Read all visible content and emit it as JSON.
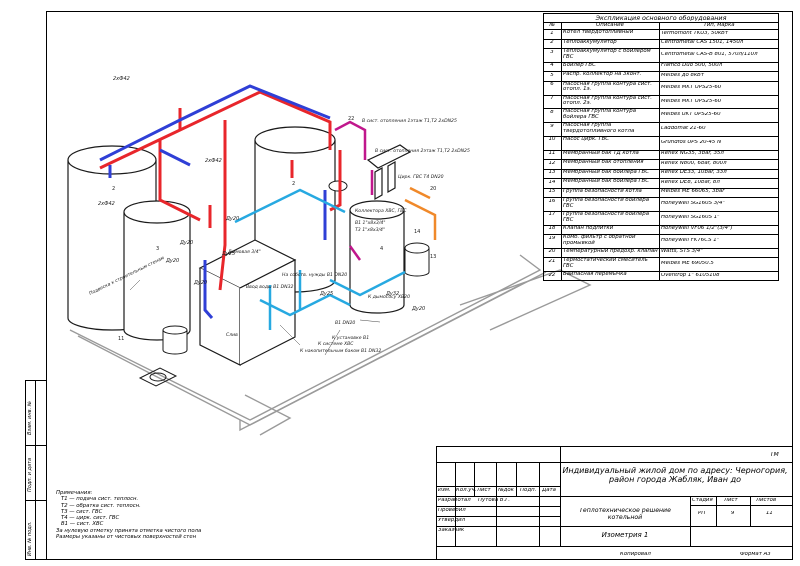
{
  "spec_table": {
    "title": "Экспликация основного оборудования",
    "headers": [
      "№",
      "Описание",
      "Тип, марка"
    ],
    "rows": [
      [
        "1",
        "Котел твердотопливный",
        "Termomont TKU3, 50кВт"
      ],
      [
        "2",
        "Теплоаккумулятор",
        "Centrometal CAS 1501, 1450л"
      ],
      [
        "3",
        "Теплоаккумулятор с бойлером ГВС",
        "Centrometal CAS-B 801, 570л/110л"
      ],
      [
        "4",
        "Бойлер ГВС",
        "Flamco Duo 500, 500л"
      ],
      [
        "5",
        "Распр. коллектор на 3конт.",
        "Meibes до 8кВт"
      ],
      [
        "6",
        "Насосная группа контура сист. отопл. 1э.",
        "Meibes MKT UPS25-60"
      ],
      [
        "7",
        "Насосная группа контура сист. отопл. 2э.",
        "Meibes MKT UPS25-60"
      ],
      [
        "8",
        "Насосная группа контура бойлера ГВС",
        "Meibes UKT UPS25-60"
      ],
      [
        "9",
        "Насосная группа твердотопливного котла",
        "Laddomat 21-60"
      ],
      [
        "10",
        "Насос цирк. ГВС",
        "Grundfos UPS 20-45 N"
      ],
      [
        "11",
        "Мембранный бак ТД котла",
        "Reflex NG35, 3bar, 35л"
      ],
      [
        "12",
        "Мембранный бак отопления",
        "Reflex N800, 6bar, 800л"
      ],
      [
        "13",
        "Мембранный бак бойлера ГВС",
        "Reflex DE33, 10bar, 33л"
      ],
      [
        "14",
        "Мембранный бак бойлера ГВС",
        "Reflex DE8, 10bar, 8л"
      ],
      [
        "15",
        "Группа безопасности котла",
        "Meibes ME 66065, 3bar"
      ],
      [
        "16",
        "Группа безопасности бойлера ГВС",
        "Honeywell SG160S 3/4\""
      ],
      [
        "17",
        "Группа безопасности бойлера ГВС",
        "Honeywell SG160S 1\""
      ],
      [
        "18",
        "Клапан подпитки",
        "Honeywell VF06 1/2\"(3/4\")"
      ],
      [
        "19",
        "Комб. фильтр с обратной промывкой",
        "Honeywell FK76CS 1\""
      ],
      [
        "20",
        "Температурный предохр. клапан",
        "Watts, STS 3/4\""
      ],
      [
        "21",
        "Термостатический смеситель ГВС",
        "Meibes ME 69050.5"
      ],
      [
        "22",
        "Байпасная перемычка",
        "Oventrop 1\" 6105108"
      ]
    ]
  },
  "notes": {
    "heading": "Примечания:",
    "lines": [
      "Т1 — подача сист. теплосн.",
      "Т2 — обратка сист. теплосн.",
      "Т3 — сист. ГВС",
      "Т4 — цирк. сист. ГВС",
      "В1 — сист. ХВС",
      "За нулевую отметку принята отметка чистого пола",
      "Размеры указаны от чистовых поверхностей стен"
    ]
  },
  "title_block": {
    "mark": "ТМ",
    "project": "Индивидуальный жилой дом по адресу: Черногория, район города Жабляк, Иван до",
    "section": "Теплотехническое решение котельной",
    "sheet_name": "Изометрия 1",
    "columns": [
      "Изм.",
      "Кол.уч.",
      "Лист",
      "№док",
      "Подп.",
      "Дата"
    ],
    "roles": [
      "Разработал",
      "Проверил",
      "Утвердил",
      "Заказчик"
    ],
    "developer": "Путова В.Г.",
    "stage_header": "Стадия",
    "sheet_header": "Лист",
    "sheets_header": "Листов",
    "stage": "РП",
    "sheet": "9",
    "sheets": "11",
    "footer_left": "Копировал",
    "footer_right": "Формат А3"
  },
  "side_stamp": [
    "Взам. инв. №",
    "Подп. и дата",
    "Инв. № подл."
  ],
  "drawing_labels": {
    "l1": "2хФ42",
    "l2": "2хФ42",
    "l3": "2хФ42",
    "l4": "Ду20",
    "l5": "Ду20",
    "l6": "Ду20",
    "l7": "Ду25",
    "l8": "Ду25",
    "l9": "Ду32",
    "l10": "Ду20",
    "l11": "Ду20",
    "l12": "В сист. отопления 1этаж Т1,Т2 2хDN25",
    "l13": "В сист. отопления 2этаж Т1,Т2 2хDN25",
    "l14": "Цирк. ГВС Т4 DN20",
    "l15": "Коллектора ХВС, ГВС",
    "l16": "В1 1\"х8х3/4\"",
    "l17": "Т3 1\"х8х3/4\"",
    "l18": "Подвеска к строительным стенам",
    "l19": "Дымовая 3/4\"",
    "l20": "Ввод воды В1 DN32",
    "l21": "На собств. нужды В1 DN20",
    "l22": "К дымососу ХВ20",
    "l23": "В1 DN20",
    "l24": "К накопительным баком В1 DN32",
    "l25": "К системе ХВС",
    "l26": "К установке В1",
    "l27": "Слив"
  },
  "colors": {
    "supply": "#e8262b",
    "return": "#2f3fd6",
    "dhw": "#c0178c",
    "cold": "#27a9e1",
    "recirc": "#f0892a",
    "equipment": "#1a1a1a",
    "floor": "#9a9a9a"
  }
}
